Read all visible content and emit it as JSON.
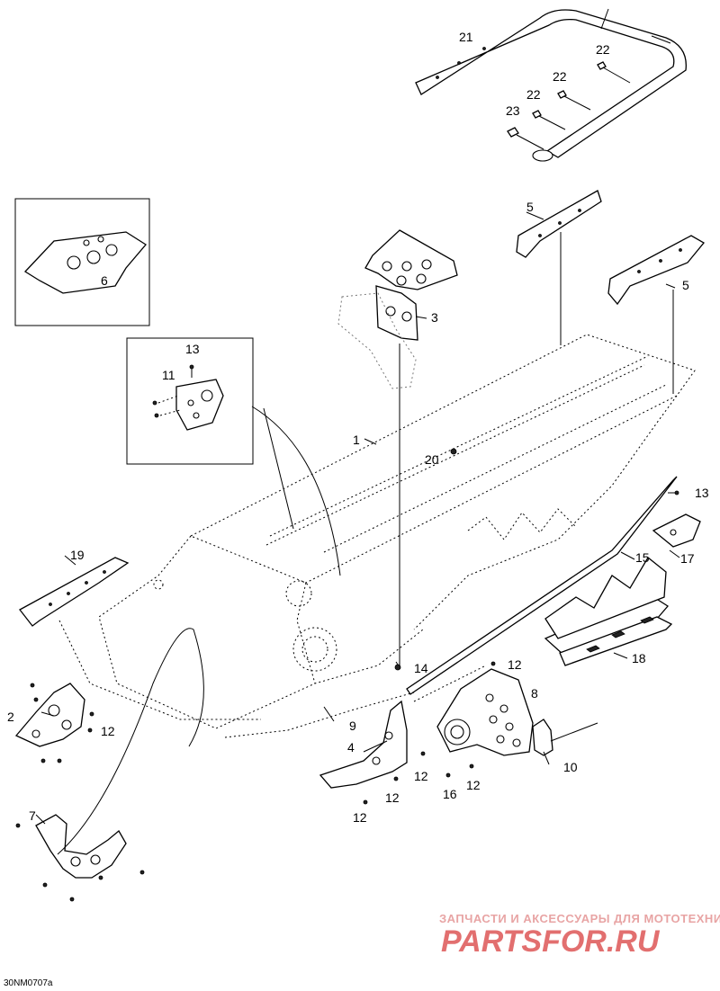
{
  "diagram": {
    "callouts": {
      "c1": "1",
      "c2": "2",
      "c3": "3",
      "c4": "4",
      "c5a": "5",
      "c5b": "5",
      "c6": "6",
      "c7": "7",
      "c8": "8",
      "c9": "9",
      "c10": "10",
      "c11": "11",
      "c12a": "12",
      "c12b": "12",
      "c12c": "12",
      "c12d": "12",
      "c12e": "12",
      "c12f": "12",
      "c13a": "13",
      "c13b": "13",
      "c14": "14",
      "c15": "15",
      "c16": "16",
      "c17": "17",
      "c18": "18",
      "c19": "19",
      "c20": "20",
      "c21": "21",
      "c22a": "22",
      "c22b": "22",
      "c22c": "22",
      "c23": "23"
    },
    "drawing_code": "30NM0707a",
    "watermark": {
      "tagline": "ЗАПЧАСТИ И АКСЕССУАРЫ ДЛЯ МОТОТЕХНИКИ",
      "logo": "PARTSFOR.RU"
    }
  }
}
